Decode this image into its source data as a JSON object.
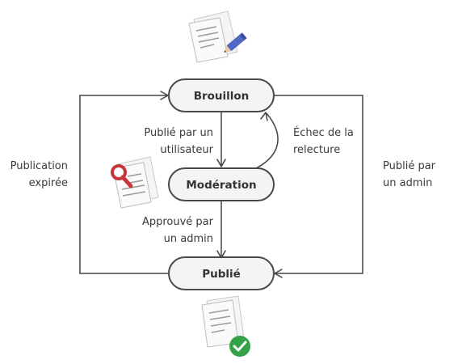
{
  "states": {
    "draft": "Brouillon",
    "moderation": "Modération",
    "published": "Publié"
  },
  "edges": {
    "user_published": [
      "Publié par un",
      "utilisateur"
    ],
    "review_failed": [
      "Échec de la",
      "relecture"
    ],
    "admin_approved": [
      "Approuvé par",
      "un admin"
    ],
    "expired": [
      "Publication",
      "expirée"
    ],
    "admin_published": [
      "Publié par",
      "un admin"
    ]
  },
  "icons": {
    "draft": "document-pencil-icon",
    "moderation": "document-magnifier-icon",
    "published": "document-checkmark-icon"
  },
  "colors": {
    "box_fill": "#f4f4f4",
    "stroke": "#4a4a4a",
    "pencil": "#5067c4",
    "magnifier": "#c8343c",
    "check": "#33a34a"
  }
}
